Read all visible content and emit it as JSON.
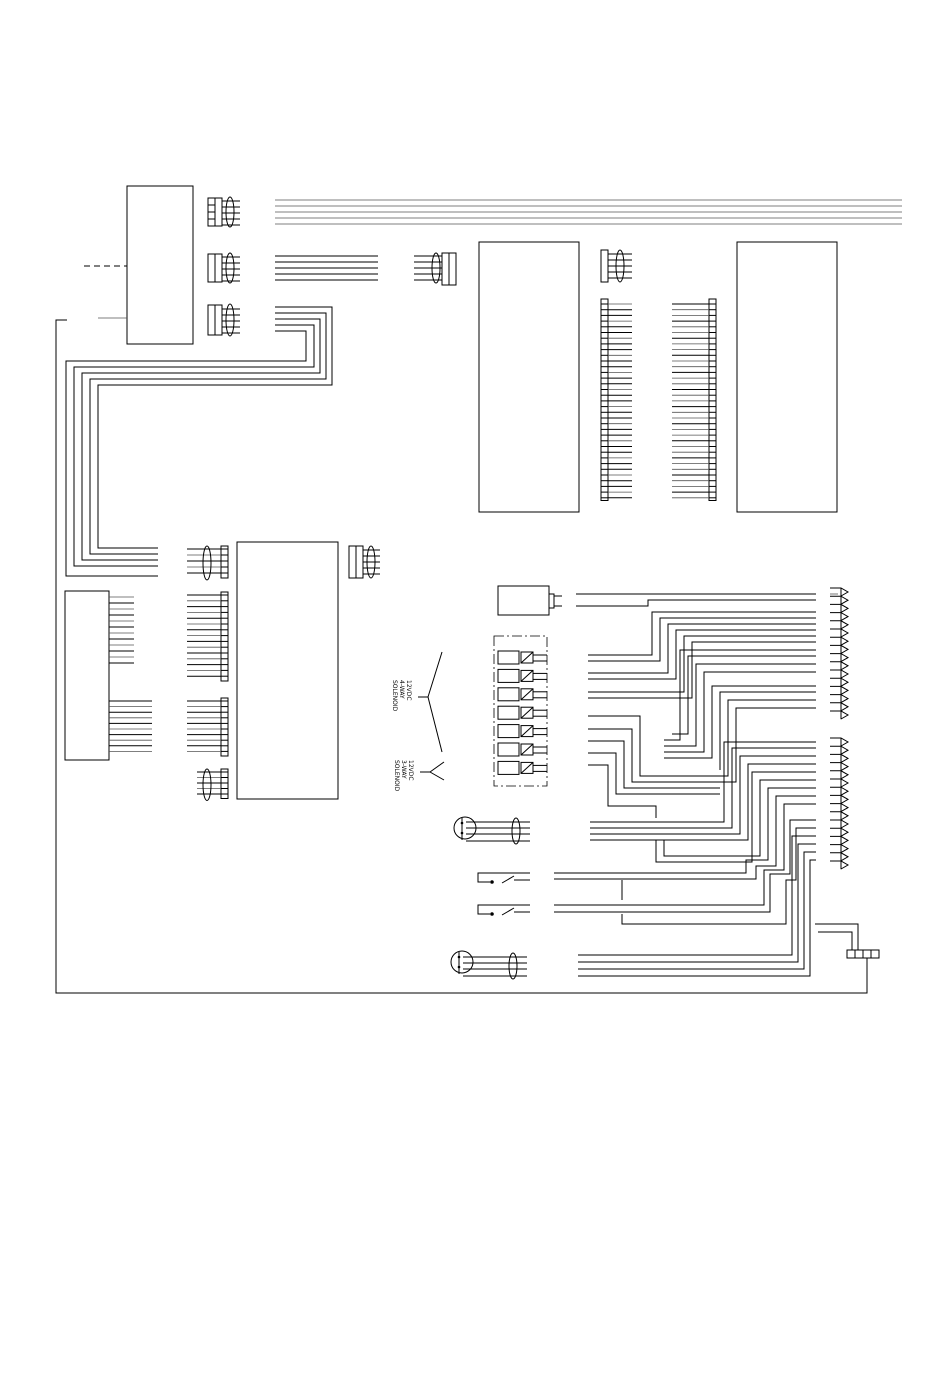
{
  "labels": {
    "solenoid_4way": [
      "12VDC",
      "4-WAY",
      "SOLENOID"
    ],
    "solenoid_3way": [
      "12VDC",
      "3-WAY",
      "SOLENOID"
    ]
  },
  "colors": {
    "line": "#000000",
    "grey_line": "#555555",
    "background": "#ffffff"
  }
}
